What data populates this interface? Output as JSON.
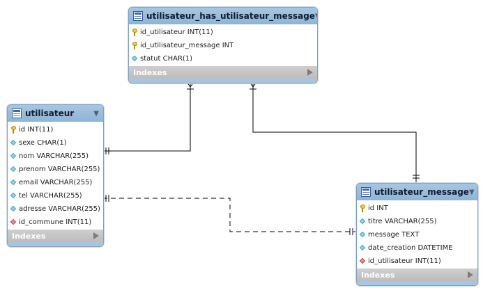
{
  "tables": {
    "has": {
      "name": "utilisateur_has_utilisateur_message",
      "indexes_label": "Indexes",
      "columns": [
        {
          "icon": "primary-key-icon",
          "text": "id_utilisateur INT(11)"
        },
        {
          "icon": "primary-key-icon",
          "text": "id_utilisateur_message INT"
        },
        {
          "icon": "attribute-icon",
          "text": "statut CHAR(1)"
        }
      ]
    },
    "utilisateur": {
      "name": "utilisateur",
      "indexes_label": "Indexes",
      "columns": [
        {
          "icon": "primary-key-icon",
          "text": "id INT(11)"
        },
        {
          "icon": "attribute-icon",
          "text": "sexe CHAR(1)"
        },
        {
          "icon": "attribute-icon",
          "text": "nom VARCHAR(255)"
        },
        {
          "icon": "attribute-icon",
          "text": "prenom VARCHAR(255)"
        },
        {
          "icon": "attribute-icon",
          "text": "email VARCHAR(255)"
        },
        {
          "icon": "attribute-icon",
          "text": "tel VARCHAR(255)"
        },
        {
          "icon": "attribute-icon",
          "text": "adresse VARCHAR(255)"
        },
        {
          "icon": "foreign-key-icon",
          "text": "id_commune INT(11)"
        }
      ]
    },
    "message": {
      "name": "utilisateur_message",
      "indexes_label": "Indexes",
      "columns": [
        {
          "icon": "primary-key-icon",
          "text": "id INT"
        },
        {
          "icon": "attribute-icon",
          "text": "titre VARCHAR(255)"
        },
        {
          "icon": "attribute-icon",
          "text": "message TEXT"
        },
        {
          "icon": "attribute-icon",
          "text": "date_creation DATETIME"
        },
        {
          "icon": "foreign-key-icon",
          "text": "id_utilisateur INT(11)"
        }
      ]
    }
  },
  "colors": {
    "header": "#8eb4d6",
    "connector": "#000000",
    "footer": "#bdbdbd"
  }
}
